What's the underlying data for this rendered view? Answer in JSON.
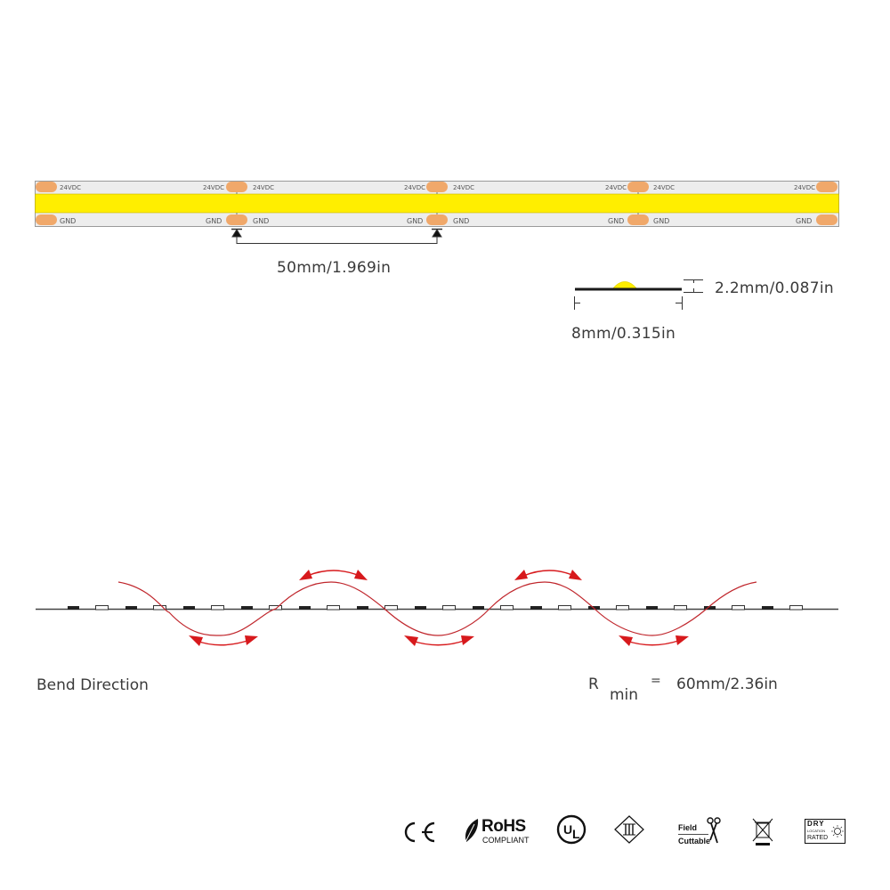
{
  "strip": {
    "pad_labels": {
      "top": "24VDC",
      "bottom": "GND"
    },
    "cut_spacing_label": "50mm/1.969in",
    "colors": {
      "led_band": "#FFEE00",
      "pad": "#F0A86A",
      "pcb": "#EDEDED",
      "outline": "#9A9A9A"
    }
  },
  "cross_section": {
    "height_label": "2.2mm/0.087in",
    "width_label": "8mm/0.315in"
  },
  "bend": {
    "title": "Bend Direction",
    "rmin_symbol": "R",
    "rmin_subscript": "min",
    "rmin_equals": "=",
    "rmin_value": "60mm/2.36in",
    "colors": {
      "curve": "#C0272D",
      "arrow": "#D7191C"
    }
  },
  "certifications": [
    {
      "name": "CE",
      "label": "CE"
    },
    {
      "name": "RoHS",
      "label": "RoHS",
      "sub": "COMPLIANT"
    },
    {
      "name": "UL",
      "label": "UL"
    },
    {
      "name": "Class III",
      "label": "III"
    },
    {
      "name": "Field Cuttable",
      "line1": "Field",
      "line2": "Cuttable"
    },
    {
      "name": "WEEE",
      "label": "WEEE"
    },
    {
      "name": "Dry Location Rated",
      "line1": "DRY",
      "line2": "LOCATION",
      "line3": "RATED"
    }
  ]
}
